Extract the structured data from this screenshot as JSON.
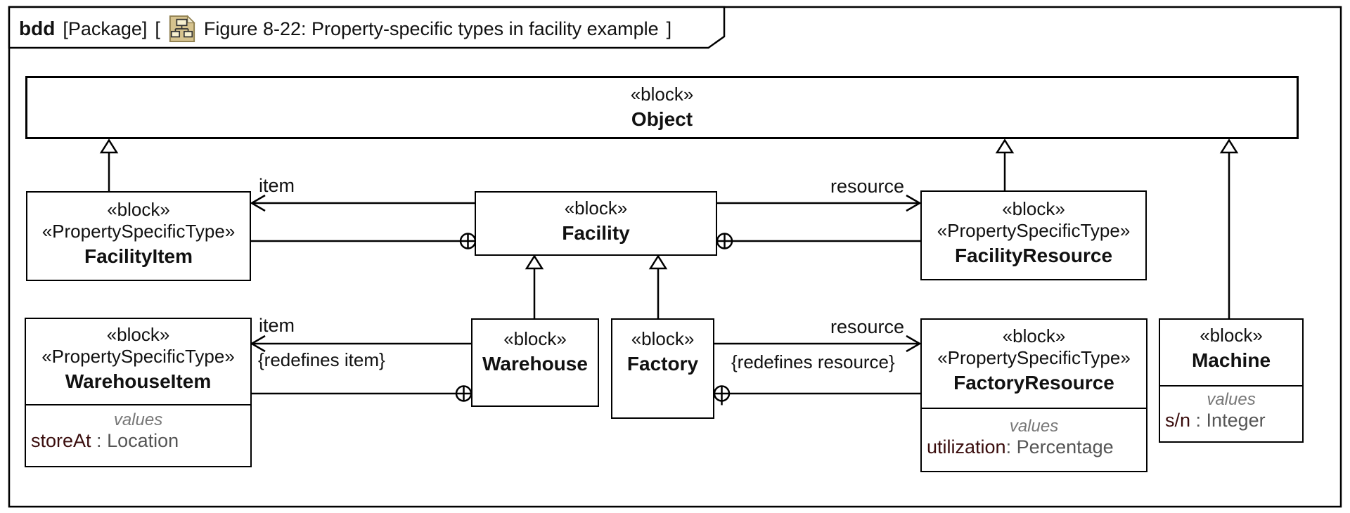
{
  "header": {
    "diagram_kind": "bdd",
    "element_type": "[Package]",
    "bracket_open": "[",
    "bracket_close": "]",
    "icon": "diagram-content-icon",
    "diagram_title": "Figure 8-22: Property-specific types in facility example"
  },
  "blocks": {
    "object": {
      "stereotype": "«block»",
      "name": "Object"
    },
    "facility_item": {
      "stereotype": "«block»",
      "stereotype2": "«PropertySpecificType»",
      "name": "FacilityItem"
    },
    "facility": {
      "stereotype": "«block»",
      "name": "Facility"
    },
    "facility_resource": {
      "stereotype": "«block»",
      "stereotype2": "«PropertySpecificType»",
      "name": "FacilityResource"
    },
    "warehouse": {
      "stereotype": "«block»",
      "name": "Warehouse"
    },
    "factory": {
      "stereotype": "«block»",
      "name": "Factory"
    },
    "warehouse_item": {
      "stereotype": "«block»",
      "stereotype2": "«PropertySpecificType»",
      "name": "WarehouseItem",
      "compartment": {
        "label": "values",
        "rows": [
          {
            "name": "storeAt",
            "sep": " : ",
            "type": "Location"
          }
        ]
      }
    },
    "factory_resource": {
      "stereotype": "«block»",
      "stereotype2": "«PropertySpecificType»",
      "name": "FactoryResource",
      "compartment": {
        "label": "values",
        "rows": [
          {
            "name": "utilization",
            "sep": ": ",
            "type": "Percentage"
          }
        ]
      }
    },
    "machine": {
      "stereotype": "«block»",
      "name": "Machine",
      "compartment": {
        "label": "values",
        "rows": [
          {
            "name": "s/n",
            "sep": " : ",
            "type": "Integer"
          }
        ]
      }
    }
  },
  "relationships": {
    "item_top": {
      "label": "item"
    },
    "resource_top": {
      "label": "resource"
    },
    "item_bottom": {
      "label": "item",
      "constraint": "{redefines item}"
    },
    "resource_bottom": {
      "label": "resource",
      "constraint": "{redefines resource}"
    }
  },
  "colors": {
    "line": "#000000",
    "value_name": "#3a0d0d",
    "value_type": "#555555",
    "keyword_gray": "#777777",
    "icon_tan": "#d6c38e"
  }
}
